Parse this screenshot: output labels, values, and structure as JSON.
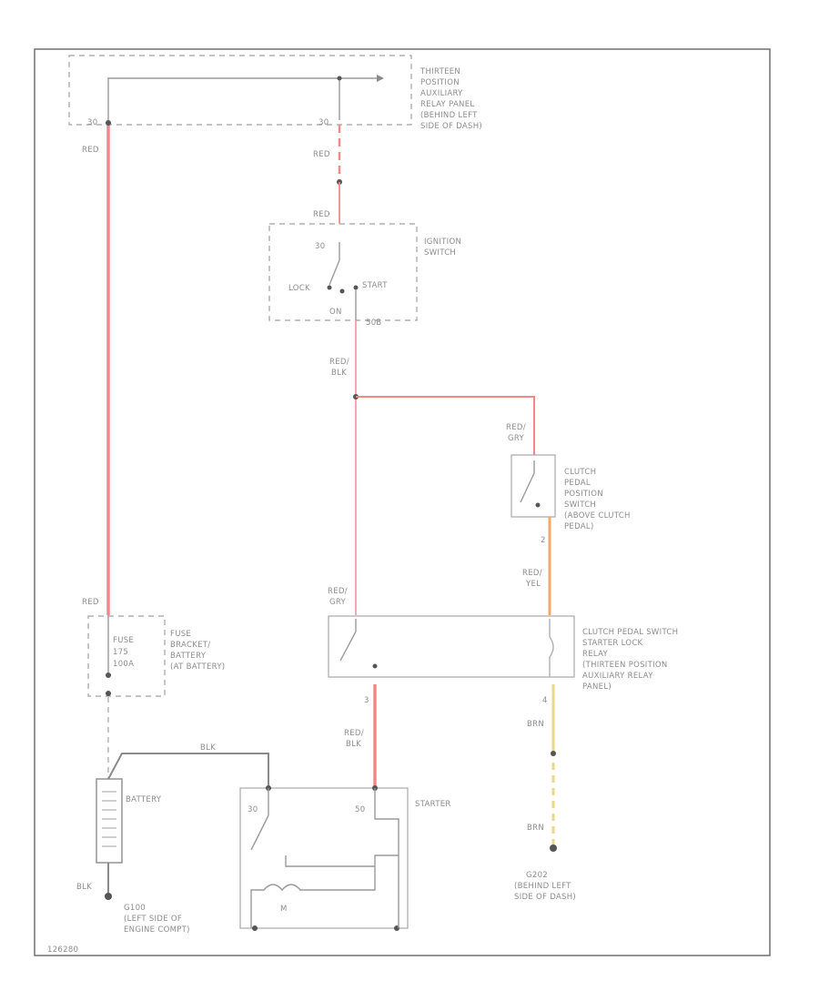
{
  "colors": {
    "red": "#f08a8a",
    "red_black": "#f0a0a0",
    "red_yellow": "#f2a86a",
    "brown_yellow": "#e8d888",
    "frame": "#7a7a7a",
    "text": "#8c8c8c"
  },
  "labels": {
    "relay_panel": [
      "THIRTEEN",
      "POSITION",
      "AUXILIARY",
      "RELAY PANEL",
      "(BEHIND LEFT",
      "SIDE OF DASH)"
    ],
    "ignition_switch": [
      "IGNITION",
      "SWITCH"
    ],
    "clutch_switch": [
      "CLUTCH",
      "PEDAL",
      "POSITION",
      "SWITCH",
      "(ABOVE CLUTCH",
      "PEDAL)"
    ],
    "starter_lock_relay": [
      "CLUTCH PEDAL SWITCH",
      "STARTER LOCK",
      "RELAY",
      "(THIRTEEN POSITION",
      "AUXILIARY RELAY",
      "PANEL)"
    ],
    "fuse_bracket": [
      "FUSE",
      "BRACKET/",
      "BATTERY",
      "(AT BATTERY)"
    ],
    "battery": "BATTERY",
    "starter": "STARTER",
    "ground_g1": [
      "G100",
      "(LEFT SIDE OF",
      "ENGINE COMPT)"
    ],
    "ground_g2": [
      "G202",
      "(BEHIND LEFT",
      "SIDE OF DASH)"
    ],
    "fuse": [
      "FUSE",
      "175",
      "100A"
    ],
    "wire_red": "RED",
    "wire_red_blk": [
      "RED/",
      "BLK"
    ],
    "wire_red_gry": [
      "RED/",
      "GRY"
    ],
    "wire_red_yel": [
      "RED/",
      "YEL"
    ],
    "wire_brn": "BRN",
    "wire_blk": "BLK",
    "pin_30a": "30",
    "pin_30b": "30",
    "pin_30_ign": "30",
    "pin_lock": "LOCK",
    "pin_start": "START",
    "pin_on": "ON",
    "pin_50b": "50B",
    "pin_2a": "2",
    "pin_3": "3",
    "pin_4": "4",
    "pin_30_st1": "30",
    "pin_30_st2": "50",
    "pin_m": "M",
    "figure_id": "126280"
  }
}
